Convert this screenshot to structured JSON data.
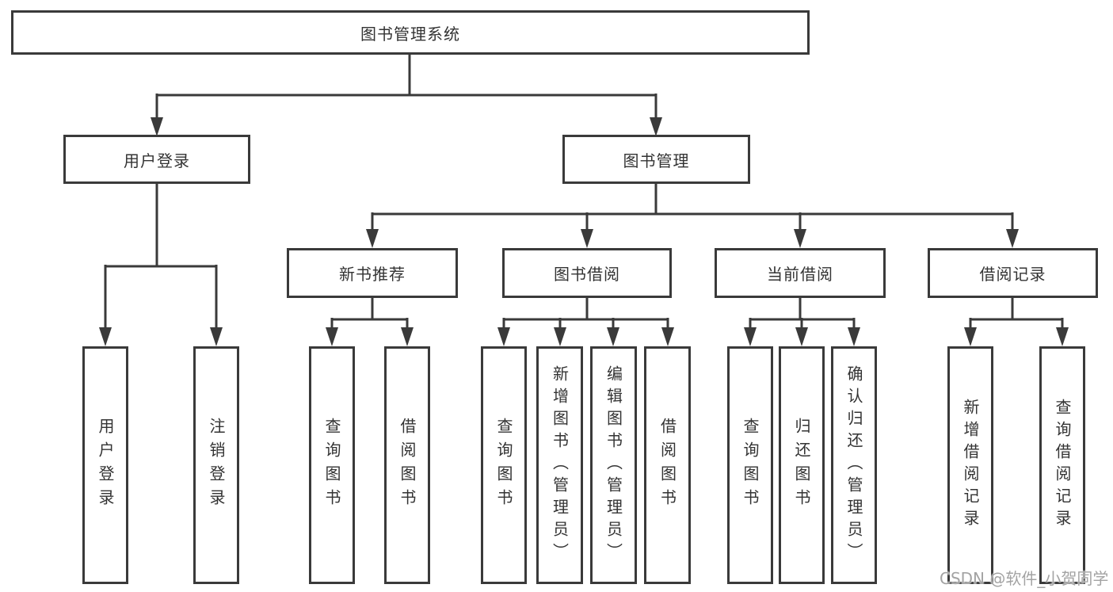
{
  "diagram": {
    "root": {
      "label": "图书管理系统"
    },
    "level2": {
      "user_login": {
        "label": "用户登录"
      },
      "book_mgmt": {
        "label": "图书管理"
      }
    },
    "level3": {
      "new_book_rec": {
        "label": "新书推荐"
      },
      "book_borrow": {
        "label": "图书借阅"
      },
      "current_borrow": {
        "label": "当前借阅"
      },
      "borrow_records": {
        "label": "借阅记录"
      }
    },
    "leaves": {
      "login": {
        "label": "用户登录"
      },
      "logout": {
        "label": "注销登录"
      },
      "rec_query_books": {
        "label": "查询图书"
      },
      "rec_borrow_books": {
        "label": "借阅图书"
      },
      "bb_query_books": {
        "label": "查询图书"
      },
      "bb_add_books": {
        "label": "新增图书（管理员）"
      },
      "bb_edit_books": {
        "label": "编辑图书（管理员）"
      },
      "bb_borrow_books": {
        "label": "借阅图书"
      },
      "cb_query_books": {
        "label": "查询图书"
      },
      "cb_return_books": {
        "label": "归还图书"
      },
      "cb_confirm_return": {
        "label": "确认归还（管理员）"
      },
      "br_add_record": {
        "label": "新增借阅记录"
      },
      "br_query_record": {
        "label": "查询借阅记录"
      }
    },
    "watermark": "CSDN @软件_小贺同学",
    "colors": {
      "line": "#3a3a3a",
      "text": "#333333",
      "watermark": "#a3a3a3",
      "background": "#ffffff"
    }
  }
}
